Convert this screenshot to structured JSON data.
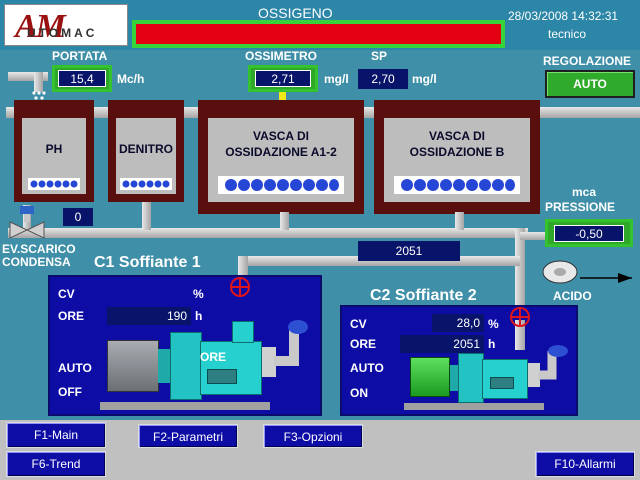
{
  "header": {
    "logo_main": "AM",
    "logo_sub": "UTOMAC",
    "title": "OSSIGENO",
    "datetime": "28/03/2008 14:32:31",
    "user": "tecnico"
  },
  "portata": {
    "label": "PORTATA",
    "value": "15,4",
    "unit": "Mc/h"
  },
  "ossimetro": {
    "label": "OSSIMETRO",
    "value": "2,71",
    "unit": "mg/l"
  },
  "sp": {
    "label": "SP",
    "value": "2,70",
    "unit": "mg/l"
  },
  "regolazione": {
    "label": "REGOLAZIONE",
    "value": "AUTO"
  },
  "tanks": {
    "ph": "PH",
    "denitro": "DENITRO",
    "vasca_a_line1": "VASCA DI",
    "vasca_a_line2": "OSSIDAZIONE A1-2",
    "vasca_b_line1": "VASCA DI",
    "vasca_b_line2": "OSSIDAZIONE B"
  },
  "ev_scarico": {
    "value": "0",
    "label_line1": "EV.SCARICO",
    "label_line2": "CONDENSA"
  },
  "pressione": {
    "label1": "mca",
    "label2": "PRESSIONE",
    "value": "-0,50"
  },
  "line_value": "2051",
  "acido": "ACIDO",
  "c1": {
    "title": "C1 Soffiante 1",
    "cv_label": "CV",
    "cv_unit": "%",
    "ore_label": "ORE",
    "ore_value": "190",
    "ore_unit": "h",
    "mode": "AUTO",
    "state": "OFF",
    "motor_label": "ORE"
  },
  "c2": {
    "title": "C2 Soffiante 2",
    "cv_label": "CV",
    "cv_value": "28,0",
    "cv_unit": "%",
    "ore_label": "ORE",
    "ore_value": "2051",
    "ore_unit": "h",
    "mode": "AUTO",
    "state": "ON"
  },
  "buttons": {
    "f1": "F1-Main",
    "f2": "F2-Parametri",
    "f3": "F3-Opzioni",
    "f6": "F6-Trend",
    "f10": "F10-Allarmi"
  },
  "colors": {
    "background": "#3f8fa8",
    "alarm": "#e30012",
    "panel": "#0d0da6",
    "motor_on": "#22c22b",
    "motor_off": "#8a8f95"
  }
}
